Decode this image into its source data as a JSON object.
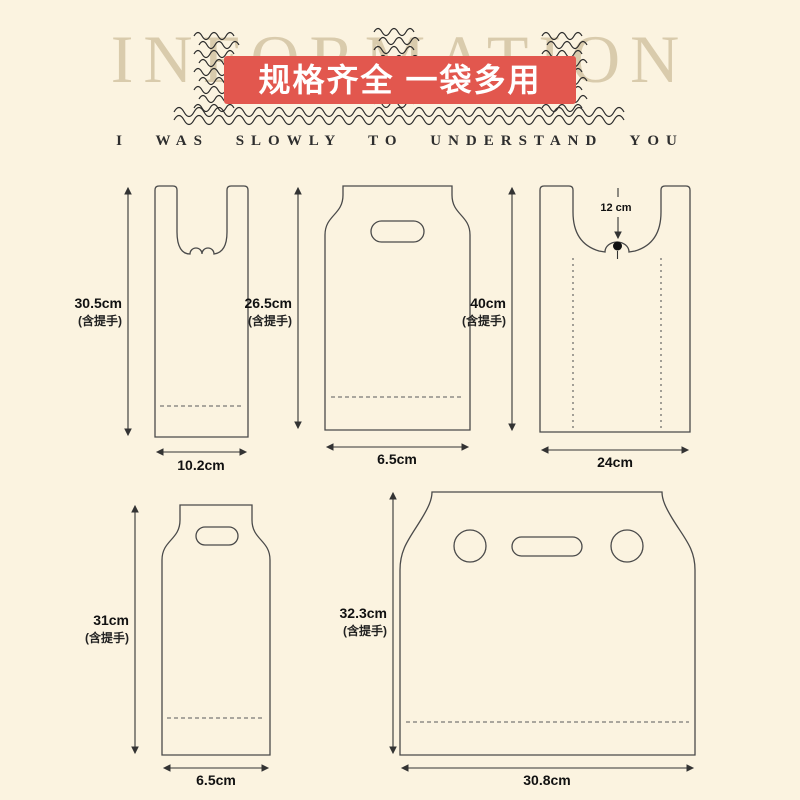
{
  "theme": {
    "background_color": "#fbf3e0",
    "banner_color": "#e2574e",
    "outline_color": "#4a4a4a",
    "watermark_color": "#d9cbac"
  },
  "header": {
    "watermark": "INFORMATION",
    "banner_text": "规格齐全 一袋多用",
    "subtitle": "I WAS SLOWLY TO UNDERSTAND YOU"
  },
  "bags": {
    "vest_small": {
      "height": "30.5cm",
      "note": "(含提手)",
      "width": "10.2cm"
    },
    "diecut_small": {
      "height": "26.5cm",
      "note": "(含提手)",
      "width": "6.5cm"
    },
    "vest_large": {
      "height": "40cm",
      "note": "(含提手)",
      "width": "24cm",
      "handle_depth": "12 cm"
    },
    "diecut_tall": {
      "height": "31cm",
      "note": "(含提手)",
      "width": "6.5cm"
    },
    "wide_tote": {
      "height": "32.3cm",
      "note": "(含提手)",
      "width": "30.8cm"
    }
  }
}
